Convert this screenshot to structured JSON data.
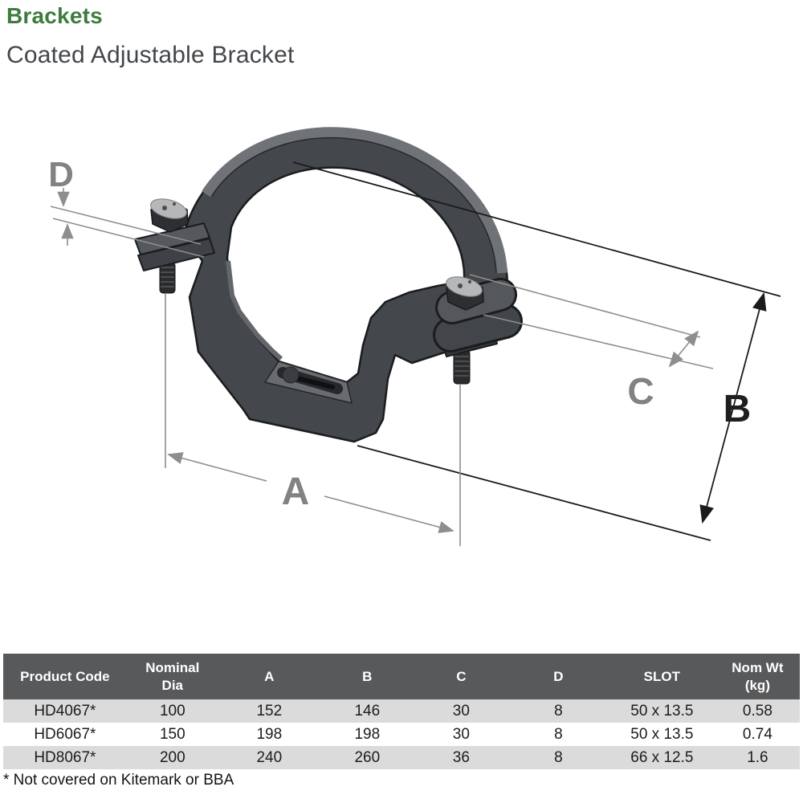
{
  "page": {
    "title": "Brackets",
    "subtitle": "Coated Adjustable Bracket"
  },
  "drawing": {
    "description": "isometric technical drawing of coated adjustable pipe bracket with two bolts",
    "labels": {
      "d": "D",
      "c": "C",
      "b": "B",
      "a": "A"
    }
  },
  "table": {
    "headers": [
      "Product Code",
      "Nominal\nDia",
      "A",
      "B",
      "C",
      "D",
      "SLOT",
      "Nom Wt\n(kg)"
    ],
    "rows": [
      {
        "cells": [
          "HD4067*",
          "100",
          "152",
          "146",
          "30",
          "8",
          "50 x 13.5",
          "0.58"
        ]
      },
      {
        "cells": [
          "HD6067*",
          "150",
          "198",
          "198",
          "30",
          "8",
          "50 x 13.5",
          "0.74"
        ]
      },
      {
        "cells": [
          "HD8067*",
          "200",
          "240",
          "260",
          "36",
          "8",
          "66 x 12.5",
          "1.6"
        ]
      }
    ],
    "footnote": "* Not covered on Kitemark or BBA"
  },
  "colors": {
    "accent_green": "#3e7c3e",
    "subtitle_gray": "#43464a",
    "table_header_bg": "#58595b",
    "table_row_alt": "#dbdbdb",
    "dimension_gray": "#8e8e8e",
    "dimension_black": "#1a1a1a",
    "bracket_body": "#44474b"
  }
}
